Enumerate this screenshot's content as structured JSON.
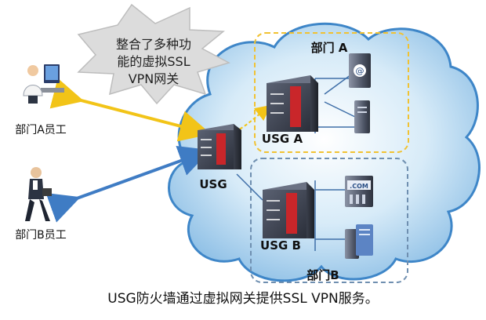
{
  "burst_text": {
    "line1": "整合了多种功",
    "line2": "能的虚拟SSL",
    "line3": "VPN网关"
  },
  "labels": {
    "dept_a_zone": "部门 A",
    "dept_b_zone": "部门B",
    "usg_main": "USG",
    "usg_a": "USG A",
    "usg_b": "USG B",
    "employee_a": "部门A员工",
    "employee_b": "部门B员工",
    "server_at": "@",
    "server_com": ".COM"
  },
  "caption": "USG防火墙通过虚拟网关提供SSL VPN服务。",
  "colors": {
    "cloud_fill": "#cfe6f6",
    "cloud_edge": "#3e86c8",
    "arrow_a": "#f2c418",
    "arrow_b": "#3f7cc4",
    "dept_a_dash": "#f1c232",
    "dept_b_dash": "#6f8fb0",
    "firewall": "#3a3f4f",
    "firewall_red": "#c9262a"
  },
  "icons": [
    "user-computer-icon",
    "walking-user-icon",
    "firewall-icon",
    "server-icon",
    "mail-server-icon",
    "web-server-icon"
  ]
}
